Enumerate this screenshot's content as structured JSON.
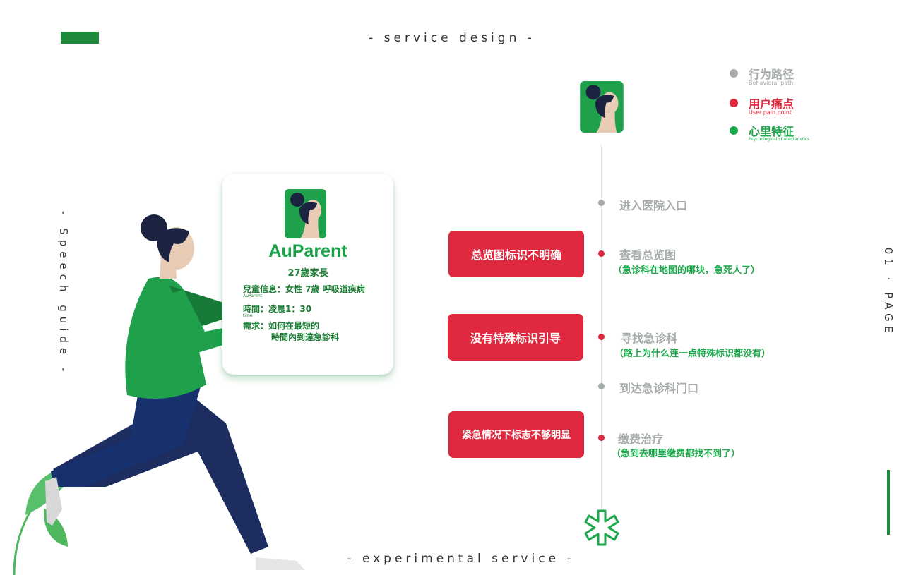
{
  "header": {
    "title": "- service design -"
  },
  "footer": {
    "title": "-  experimental service -"
  },
  "side": {
    "left": "- Speech guide -",
    "right": "01 · PAGE"
  },
  "colors": {
    "green": "#1f8a3c",
    "bright_green": "#1aa84b",
    "red": "#e0283f",
    "gray": "#a6aca8"
  },
  "legend": [
    {
      "zh": "行为路径",
      "en": "Behavioral path",
      "color": "#a6aca8"
    },
    {
      "zh": "用户痛点",
      "en": "User pain point",
      "color": "#e0283f"
    },
    {
      "zh": "心里特征",
      "en": "Psychological characteristics",
      "color": "#1aa84b"
    }
  ],
  "card": {
    "title": "AuParent",
    "subtitle": "27歲家長",
    "info_line": "兒童信息：女性 7歲 呼吸道疾病",
    "info_tiny": "AuParent",
    "time_line": "時間：凌晨1：30",
    "time_tiny": "time",
    "demand_line1": "需求：如何在最短的",
    "demand_line2": "時間內到達急診科"
  },
  "steps": [
    {
      "label": "进入医院入口",
      "note": "",
      "type": "behavior"
    },
    {
      "label": "查看总览图",
      "note": "（急诊科在地图的哪块，急死人了）",
      "type": "pain"
    },
    {
      "label": "寻找急诊科",
      "note": "（路上为什么连一点特殊标识都没有）",
      "type": "pain"
    },
    {
      "label": "到达急诊科门口",
      "note": "",
      "type": "behavior"
    },
    {
      "label": "缴费治疗",
      "note": "（急到去哪里缴费都找不到了）",
      "type": "pain"
    }
  ],
  "pain_points": [
    "总览图标识不明确",
    "没有特殊标识引导",
    "紧急情况下标志不够明显"
  ],
  "icons": {
    "end": "asterisk-medical-icon",
    "avatar": "avatar-icon"
  }
}
